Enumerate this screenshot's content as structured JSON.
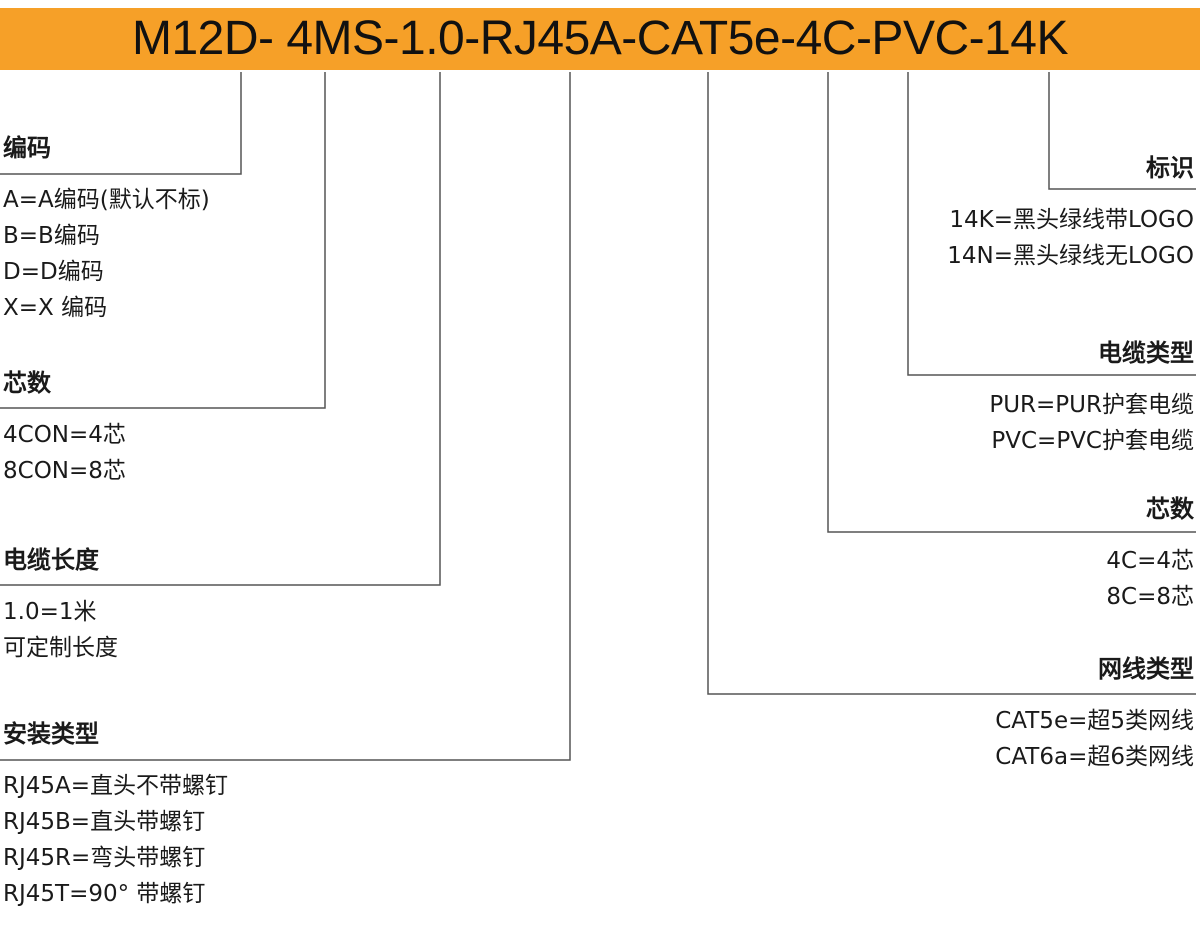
{
  "model_code": "M12D- 4MS-1.0-RJ45A-CAT5e-4C-PVC-14K",
  "colors": {
    "banner": "#f6a028",
    "lines": "#555555",
    "text": "#1a1a1a"
  },
  "left_sections": [
    {
      "heading": "编码",
      "items": [
        "A=A编码(默认不标)",
        "B=B编码",
        "D=D编码",
        "X=X 编码"
      ]
    },
    {
      "heading": "芯数",
      "items": [
        "4CON=4芯",
        "8CON=8芯"
      ]
    },
    {
      "heading": "电缆长度",
      "items": [
        "1.0=1米",
        "可定制长度"
      ]
    },
    {
      "heading": "安装类型",
      "items": [
        "RJ45A=直头不带螺钉",
        "RJ45B=直头带螺钉",
        "RJ45R=弯头带螺钉",
        "RJ45T=90°  带螺钉"
      ]
    }
  ],
  "right_sections": [
    {
      "heading": "标识",
      "items": [
        "14K=黑头绿线带LOGO",
        "14N=黑头绿线无LOGO"
      ]
    },
    {
      "heading": "电缆类型",
      "items": [
        "PUR=PUR护套电缆",
        "PVC=PVC护套电缆"
      ]
    },
    {
      "heading": "芯数",
      "items": [
        "4C=4芯",
        "8C=8芯"
      ]
    },
    {
      "heading": "网线类型",
      "items": [
        "CAT5e=超5类网线",
        "CAT6a=超6类网线"
      ]
    }
  ]
}
